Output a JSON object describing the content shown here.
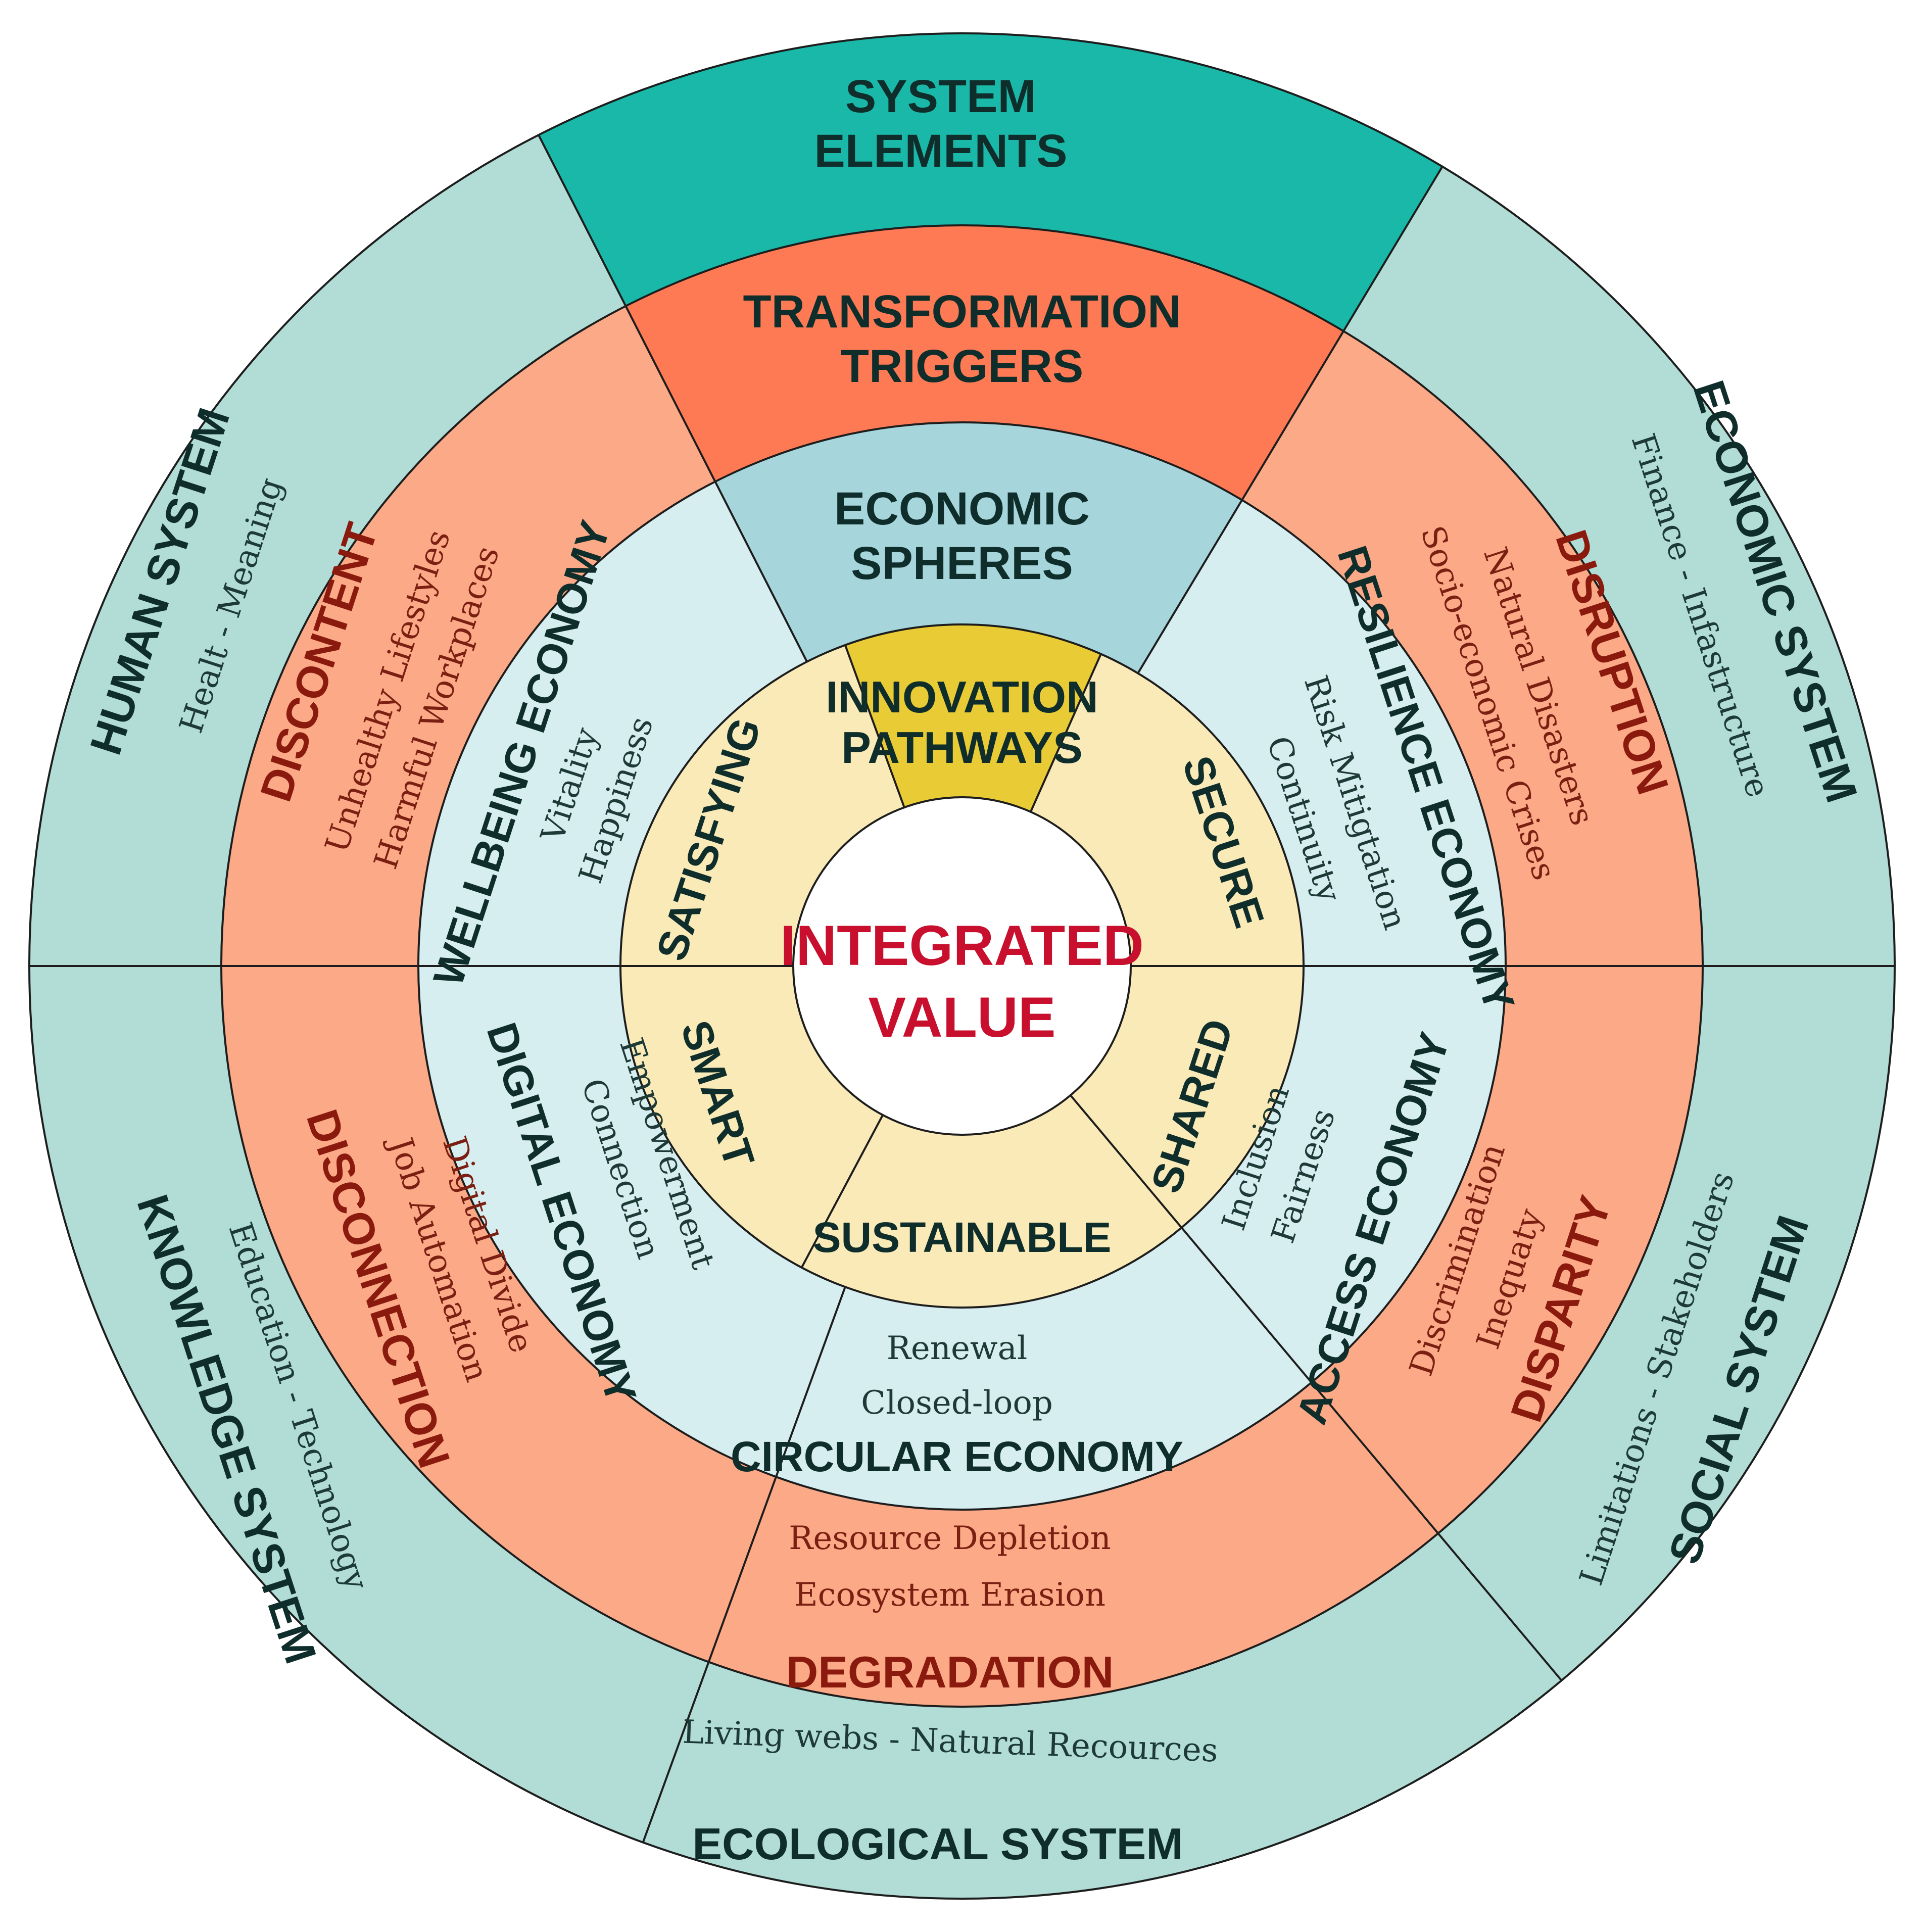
{
  "colors": {
    "outer_ring": "#b1ddd6",
    "outer_highlight": "#1ab8a8",
    "trigger_ring": "#fba986",
    "trigger_highlight": "#fd7a55",
    "sphere_ring": "#d7eef1",
    "sphere_highlight": "#a6d6db",
    "inner_ring": "#f9eab8",
    "inner_highlight": "#e9cb36",
    "center": "#ffffff",
    "center_text": "#c8102e",
    "text_dark": "#0f2e2b",
    "lines": "#1d1d1d"
  },
  "center": {
    "line1": "INTEGRATED",
    "line2": "VALUE"
  },
  "inner_ring": {
    "title_line1": "INNOVATION",
    "title_line2": "PATHWAYS",
    "items": [
      {
        "label": "SECURE"
      },
      {
        "label": "SHARED"
      },
      {
        "label": "SUSTAINABLE"
      },
      {
        "label": "SMART"
      },
      {
        "label": "SATISFYING"
      }
    ]
  },
  "spheres_ring": {
    "title_line1": "ECONOMIC",
    "title_line2": "SPHERES",
    "items": [
      {
        "title": "RESILIENCE ECONOMY",
        "line1": "Risk Mitigtation",
        "line2": "Continuity"
      },
      {
        "title": "ACCESS ECONOMY",
        "line1": "Inclusion",
        "line2": "Fairness"
      },
      {
        "title": "CIRCULAR ECONOMY",
        "line1": "Renewal",
        "line2": "Closed-loop"
      },
      {
        "title": "DIGITAL ECONOMY",
        "line1": "Empowerment",
        "line2": "Connection"
      },
      {
        "title": "WELLBEING ECONOMY",
        "line1": "Vitality",
        "line2": "Happiness"
      }
    ]
  },
  "triggers_ring": {
    "title_line1": "TRANSFORMATION",
    "title_line2": "TRIGGERS",
    "items": [
      {
        "title": "DISRUPTION",
        "line1": "Natural Disasters",
        "line2": "Socio-economic Crises"
      },
      {
        "title": "DISPARITY",
        "line1": "Inequaty",
        "line2": "Discrimination"
      },
      {
        "title": "DEGRADATION",
        "line1": "Resource Depletion",
        "line2": "Ecosystem Erasion"
      },
      {
        "title": "DISCONNECTION",
        "line1": "Digital Divide",
        "line2": "Job Automation"
      },
      {
        "title": "DISCONTENT",
        "line1": "Unhealthy Lifestyles",
        "line2": "Harmful Workplaces"
      }
    ]
  },
  "outer_ring": {
    "title_line1": "SYSTEM",
    "title_line2": "ELEMENTS",
    "items": [
      {
        "title": "ECONOMIC SYSTEM",
        "line1": "Finance - Infastructure"
      },
      {
        "title": "SOCIAL SYSTEM",
        "line1": "Limitations - Stakeholders"
      },
      {
        "title": "ECOLOGICAL SYSTEM",
        "line1": "Living webs - Natural Recources"
      },
      {
        "title": "KNOWLEDGE SYSTEM",
        "line1": "Education - Technology"
      },
      {
        "title": "HUMAN SYSTEM",
        "line1": "Healt - Meaning"
      }
    ]
  }
}
